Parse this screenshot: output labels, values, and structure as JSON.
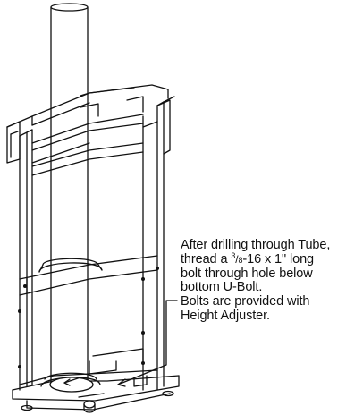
{
  "instruction": {
    "line1": "After drilling through Tube,",
    "line2_prefix": "thread a ",
    "line2_num": "3",
    "line2_den": "8",
    "line2_suffix": "-16 x 1\" long",
    "line3": "bolt through hole below",
    "line4": "bottom U-Bolt.",
    "line5": "Bolts are provided with",
    "line6": "Height Adjuster."
  },
  "parts": [
    "tube",
    "mounting-frame",
    "top-u-bolt",
    "bottom-u-bolt",
    "bolt",
    "bottom-plate",
    "pointer-arrow"
  ]
}
